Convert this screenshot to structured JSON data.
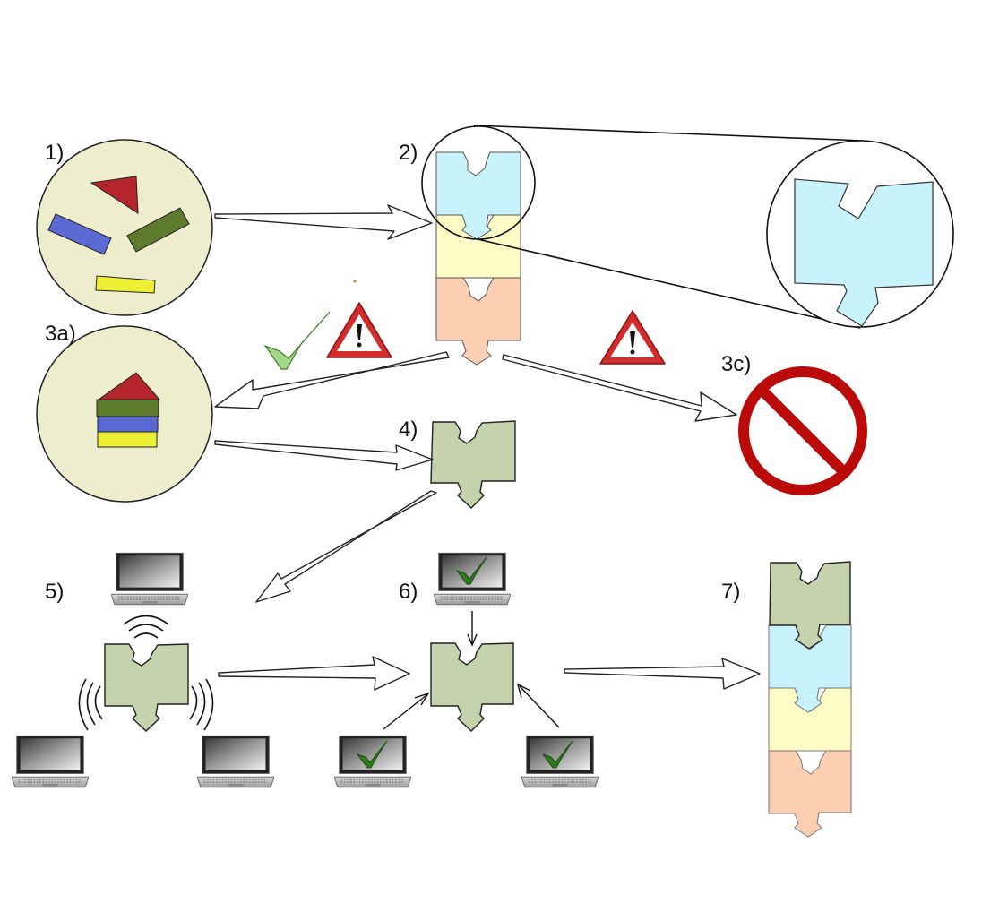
{
  "steps": {
    "s1": "1)",
    "s2": "2)",
    "s3a": "3a)",
    "s3c": "3c)",
    "s4": "4)",
    "s5": "5)",
    "s6": "6)",
    "s7": "7)"
  },
  "colors": {
    "cyan": "#c9f3fc",
    "yellow": "#fdfcc6",
    "peach": "#fdcfb2",
    "green_block": "#c4d3ad",
    "circle_fill": "#eeeecf",
    "red_tri": "#b4262b",
    "blue_bar": "#5a6ad2",
    "olive_bar": "#5d7a2d",
    "yellow_bar": "#eef036",
    "prohibit_red": "#bb0a0a",
    "check_light": "#a3d88a",
    "check_dark": "#2f7a1f"
  },
  "icons": [
    "red-triangle-shape",
    "blue-bar-shape",
    "olive-bar-shape",
    "yellow-bar-shape",
    "puzzle-block",
    "check-icon",
    "warning-icon",
    "prohibited-icon",
    "laptop-icon",
    "signal-waves-icon",
    "arrow"
  ]
}
